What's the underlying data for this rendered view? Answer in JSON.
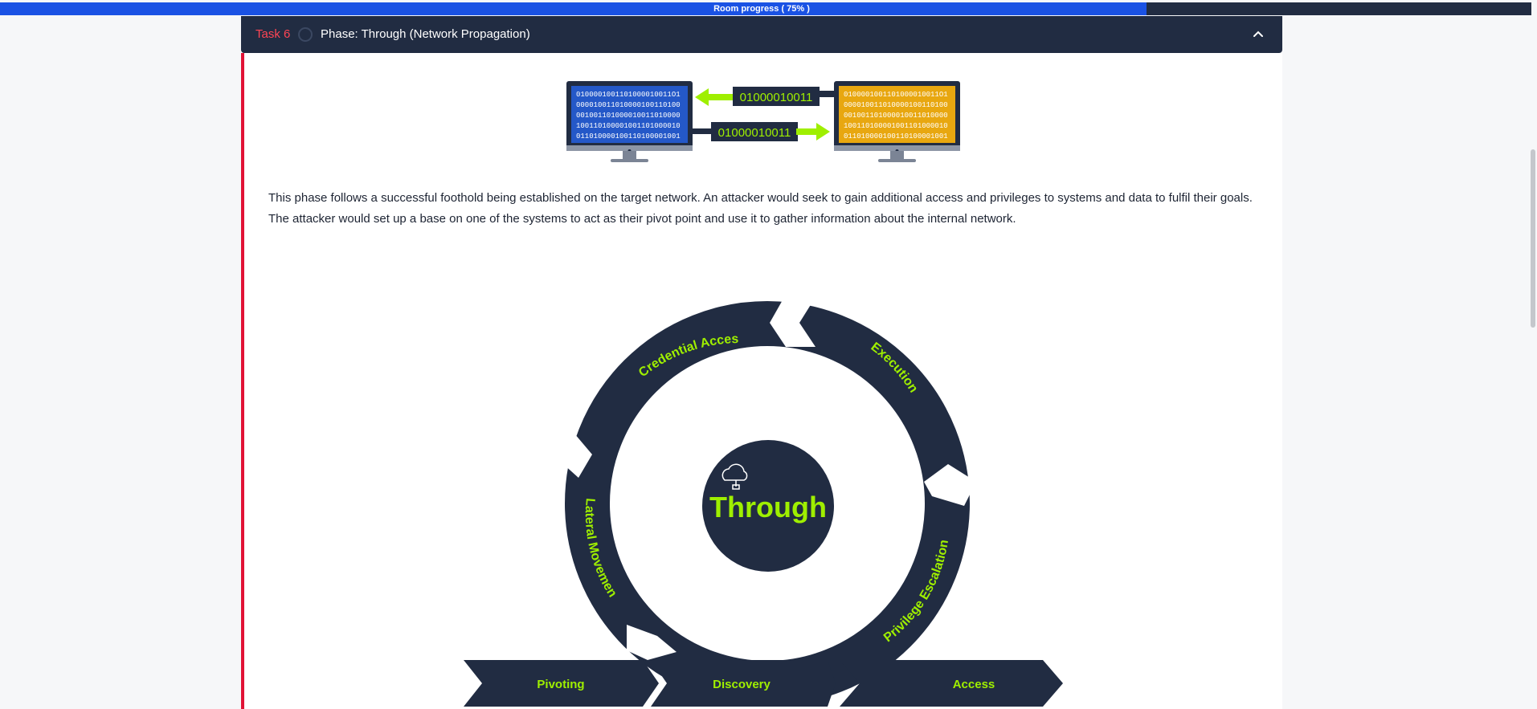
{
  "progress": {
    "label": "Room progress ( 75% )",
    "percent": 75
  },
  "task": {
    "number": "Task 6",
    "title": "Phase: Through (Network Propagation)"
  },
  "hero": {
    "binary_left": [
      "0100001001101000010011O1",
      "000010011010000100110100",
      "001001101000010011010000",
      "100110100001001101000010",
      "011010000100110100001001"
    ],
    "binary_right": [
      "0100001001101000010011O1",
      "000010011010000100110100",
      "001001101000010011010000",
      "100110100001001101000010",
      "011010000100110100001001"
    ],
    "packet_top": "01000010011",
    "packet_bottom": "01000010011"
  },
  "content": {
    "paragraph_line1": "This phase follows a successful foothold being established on the target network. An attacker would seek to gain additional access and privileges to systems and data to fulfil their goals.",
    "paragraph_line2": "The attacker would set up a base on one of the systems to act as their pivot point and use it to gather information about the internal network."
  },
  "cycle": {
    "center": "Through",
    "segments": [
      "Credential Access",
      "Execution",
      "Privilege Escalation",
      "Lateral Movement"
    ],
    "arrows": [
      "Pivoting",
      "Discovery",
      "Access"
    ]
  },
  "colors": {
    "navy": "#212c42",
    "accent_green": "#9fef00",
    "progress_blue": "#1a52e4",
    "task_red": "#ff4554",
    "border_red": "#e11235"
  }
}
